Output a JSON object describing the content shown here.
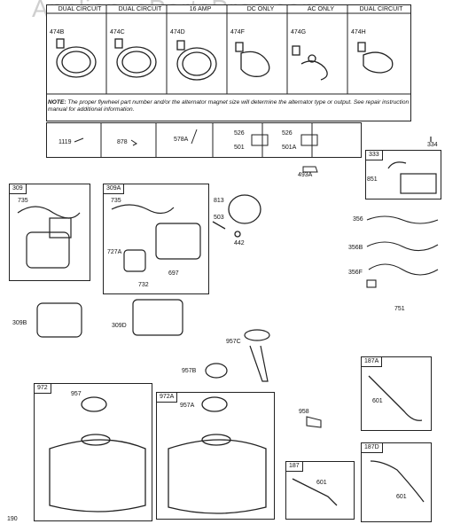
{
  "watermark": "AppliancePartsPros.com",
  "top_table": {
    "headers": [
      "DUAL CIRCUIT",
      "DUAL CIRCUIT",
      "16 AMP",
      "DC ONLY",
      "AC ONLY",
      "DUAL CIRCUIT"
    ],
    "parts": [
      "474B",
      "474C",
      "474D",
      "474F",
      "474G",
      "474H"
    ],
    "note_label": "NOTE:",
    "note_text": "The proper flywheel part number and/or the alternator magnet size will determine the alternator type or output. See repair instruction manual for additional information."
  },
  "small_parts_row": [
    "1119",
    "878",
    "578A",
    "526",
    "501",
    "526",
    "501A"
  ],
  "boxes": {
    "b309": "309",
    "b309A": "309A",
    "b333": "333",
    "b972": "972",
    "b972A": "972A",
    "b187A": "187A",
    "b187": "187",
    "b187D": "187D"
  },
  "labels": {
    "l334": "334",
    "l851": "851",
    "l493A": "493A",
    "l735a": "735",
    "l735b": "735",
    "l727A": "727A",
    "l697": "697",
    "l732": "732",
    "l813": "813",
    "l503": "503",
    "l442": "442",
    "l356": "356",
    "l356B": "356B",
    "l356F": "356F",
    "l751": "751",
    "l309B": "309B",
    "l309D": "309D",
    "l957C": "957C",
    "l957B": "957B",
    "l957": "957",
    "l957A": "957A",
    "l958": "958",
    "l601a": "601",
    "l601b": "601",
    "l601c": "601",
    "l190": "190"
  }
}
